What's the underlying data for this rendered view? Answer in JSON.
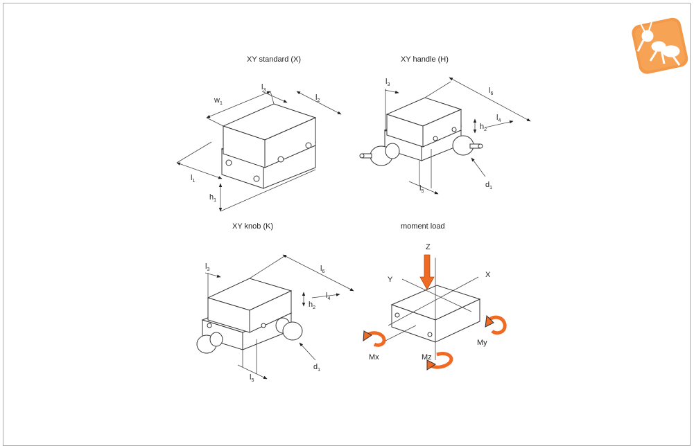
{
  "titles": {
    "xy_standard": "XY standard (X)",
    "xy_handle": "XY handle (H)",
    "xy_knob": "XY knob (K)",
    "moment_load": "moment load"
  },
  "labels": {
    "standard": {
      "w": "w",
      "w_sub": "1",
      "l3": "l",
      "l3_sub": "3",
      "l2": "l",
      "l2_sub": "2",
      "l1": "l",
      "l1_sub": "1",
      "h1": "h",
      "h1_sub": "1"
    },
    "handle": {
      "l3": "l",
      "l3_sub": "3",
      "l6": "l",
      "l6_sub": "6",
      "h2": "h",
      "h2_sub": "2",
      "l4": "l",
      "l4_sub": "4",
      "l5": "l",
      "l5_sub": "5",
      "d1": "d",
      "d1_sub": "1"
    },
    "knob": {
      "l3": "l",
      "l3_sub": "3",
      "l6": "l",
      "l6_sub": "6",
      "h2": "h",
      "h2_sub": "2",
      "l4": "l",
      "l4_sub": "4",
      "l5": "l",
      "l5_sub": "5",
      "d1": "d",
      "d1_sub": "1"
    },
    "moment": {
      "z": "Z",
      "x": "X",
      "y": "Y",
      "mx": "Mx",
      "my": "My",
      "mz": "Mz"
    }
  },
  "colors": {
    "accent": "#ef6a22",
    "line": "#333333",
    "face": "#ffffff"
  },
  "logo": {
    "icon": "ant-logo-icon"
  }
}
